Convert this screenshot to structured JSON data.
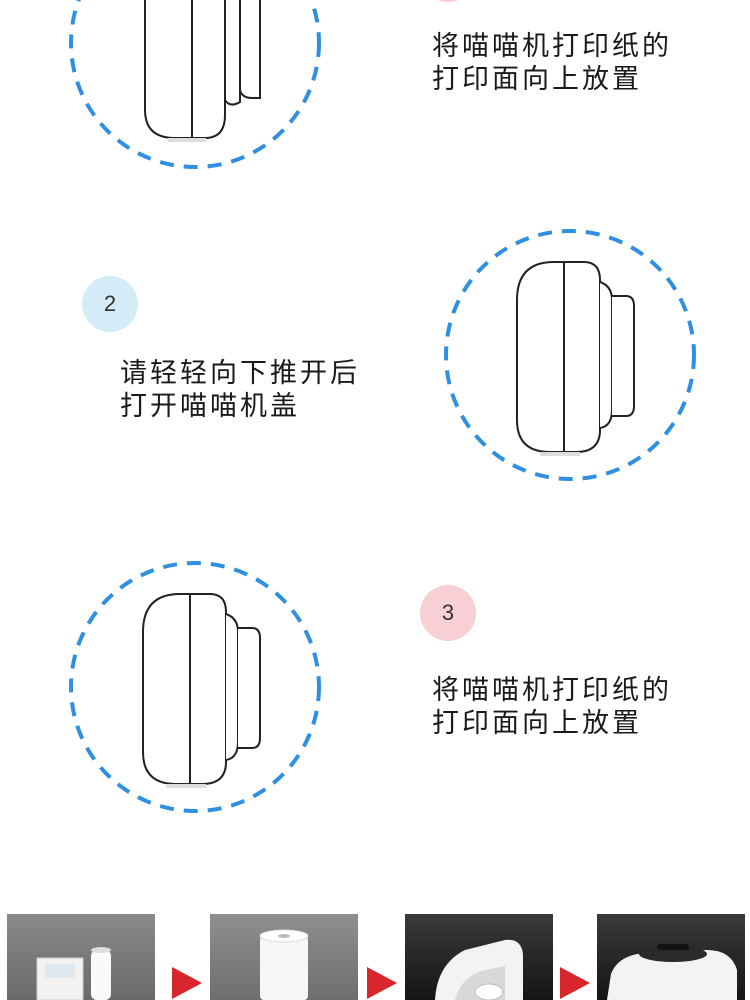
{
  "steps": [
    {
      "number": "",
      "text_line1": "将喵喵机打印纸的",
      "text_line2": "打印面向上放置"
    },
    {
      "number": "2",
      "text_line1": "请轻轻向下推开后",
      "text_line2": "打开喵喵机盖"
    },
    {
      "number": "3",
      "text_line1": "将喵喵机打印纸的",
      "text_line2": "打印面向上放置"
    }
  ],
  "colors": {
    "circle_dash": "#2f8fe0",
    "badge_blue": "#d4ecf8",
    "badge_pink": "#f8cfd4",
    "arrow": "#d9262c"
  },
  "photo_strip": [
    {
      "name": "paper-package-photo"
    },
    {
      "name": "paper-roll-photo"
    },
    {
      "name": "printer-open-photo"
    },
    {
      "name": "printer-closed-photo"
    }
  ]
}
